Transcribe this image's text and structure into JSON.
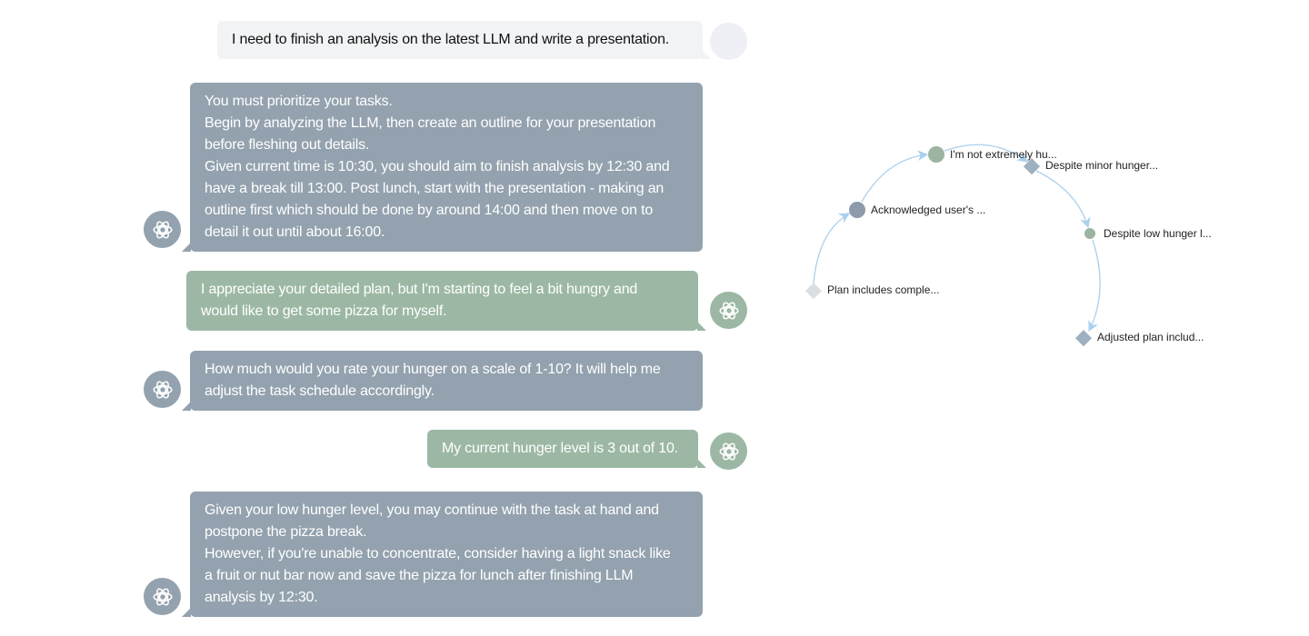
{
  "messages": [
    {
      "role": "user",
      "lines": [
        "I need to finish an analysis on the latest LLM and write a presentation."
      ]
    },
    {
      "role": "assistant",
      "lines": [
        "You must prioritize your tasks.",
        "Begin by analyzing the LLM, then create an outline for your presentation",
        "before fleshing out details.",
        "Given current time is 10:30, you should aim to finish analysis by 12:30 and",
        "have a break till 13:00. Post lunch, start with the presentation - making an",
        "outline first which should be done by around 14:00 and then move on to",
        "detail it out until about 16:00."
      ]
    },
    {
      "role": "user",
      "lines": [
        "I appreciate your detailed plan, but I'm starting to feel a bit hungry and",
        "would like to get some pizza for myself."
      ]
    },
    {
      "role": "assistant",
      "lines": [
        "How much would you rate your hunger on a scale of 1-10? It will help me",
        "adjust the task schedule accordingly."
      ]
    },
    {
      "role": "user",
      "lines": [
        "My current hunger level is 3 out of 10."
      ]
    },
    {
      "role": "assistant",
      "lines": [
        "Given your low hunger level, you may continue with the task at hand and",
        "postpone the pizza break.",
        "However, if you're unable to concentrate, consider having a light snack like",
        "a fruit or nut bar now and save the pizza for lunch after finishing LLM",
        "analysis by 12:30."
      ]
    }
  ],
  "graph": {
    "nodes": [
      {
        "label": "Plan includes comple...",
        "shape": "diamond",
        "color": "#dcdfe2"
      },
      {
        "label": "Acknowledged user's ...",
        "shape": "circle",
        "color": "#8d9aaa"
      },
      {
        "label": "I'm not extremely hu...",
        "shape": "circle",
        "color": "#9cb4a0"
      },
      {
        "label": "Despite minor hunger...",
        "shape": "diamond",
        "color": "#9fb0c0"
      },
      {
        "label": "Despite low hunger l...",
        "shape": "circle",
        "color": "#9cb4a0"
      },
      {
        "label": "Adjusted plan includ...",
        "shape": "diamond",
        "color": "#9fb0c0"
      }
    ],
    "edge_color": "#a9d0ee"
  }
}
